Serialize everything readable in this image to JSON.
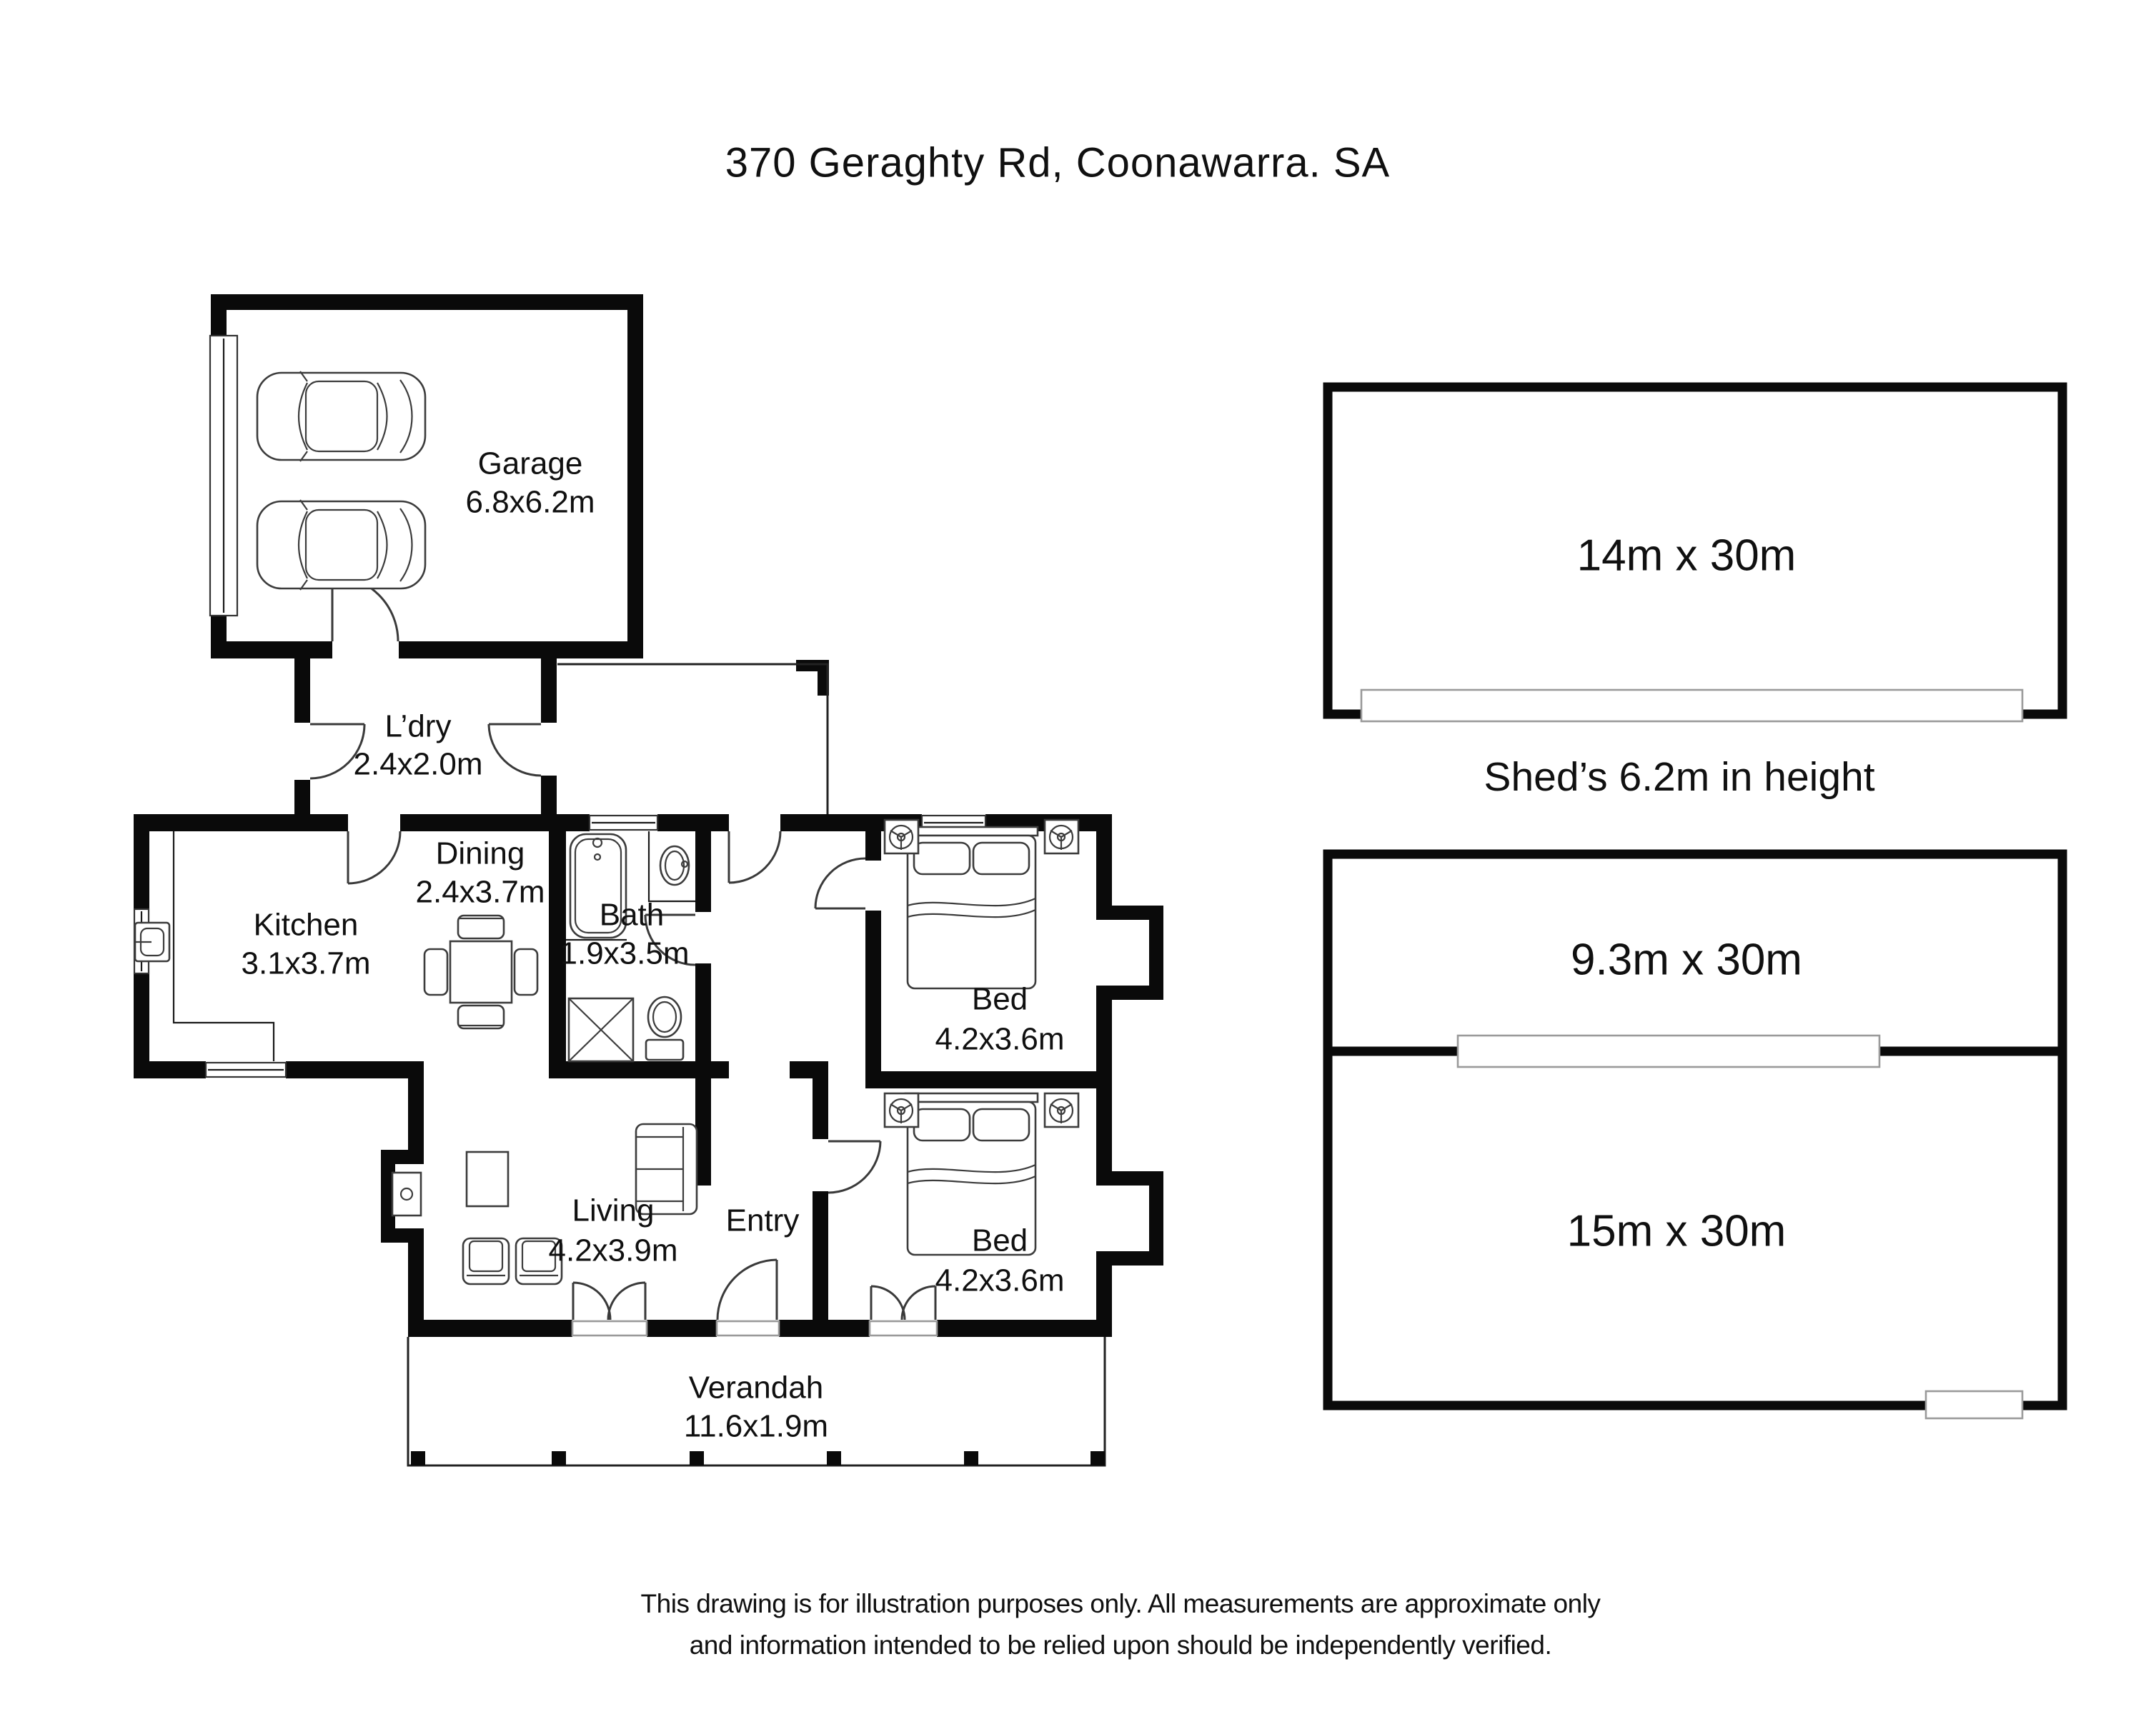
{
  "title": "370 Geraghty Rd, Coonawarra. SA",
  "floorplan": {
    "garage": {
      "name": "Garage",
      "size": "6.8x6.2m"
    },
    "laundry": {
      "name": "L’dry",
      "size": "2.4x2.0m"
    },
    "dining": {
      "name": "Dining",
      "size": "2.4x3.7m"
    },
    "kitchen": {
      "name": "Kitchen",
      "size": "3.1x3.7m"
    },
    "bath": {
      "name": "Bath",
      "size": "1.9x3.5m"
    },
    "bed1": {
      "name": "Bed",
      "size": "4.2x3.6m"
    },
    "bed2": {
      "name": "Bed",
      "size": "4.2x3.6m"
    },
    "living": {
      "name": "Living",
      "size": "4.2x3.9m"
    },
    "entry": {
      "name": "Entry"
    },
    "verandah": {
      "name": "Verandah",
      "size": "11.6x1.9m"
    }
  },
  "sheds": {
    "shed1": {
      "label": "14m x 30m"
    },
    "height_note": "Shed’s 6.2m in height",
    "shed2": {
      "label": "9.3m x 30m"
    },
    "shed3": {
      "label": "15m x 30m"
    }
  },
  "disclaimer": {
    "line1": "This drawing is for illustration purposes only. All measurements are approximate only",
    "line2": "and information intended to be relied upon should be independently verified."
  }
}
